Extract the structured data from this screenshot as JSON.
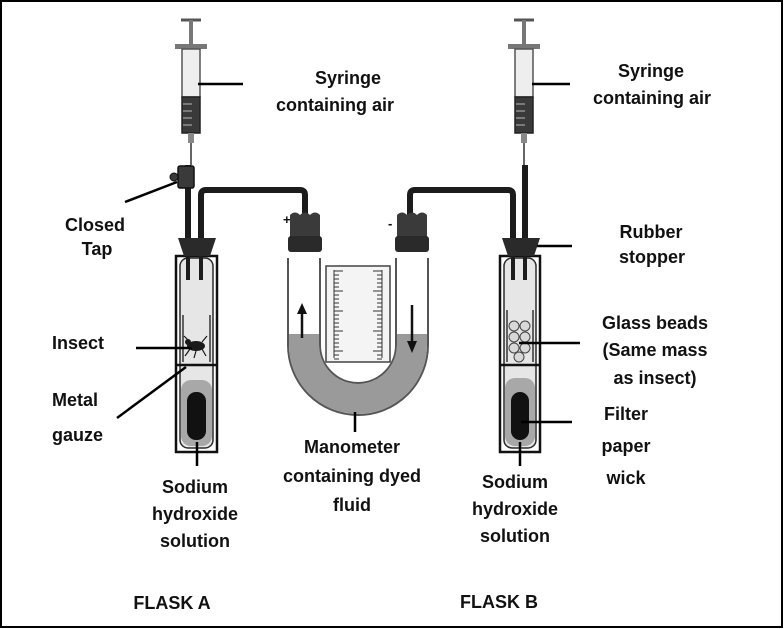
{
  "labels": {
    "syringe_left_line1": "Syringe",
    "syringe_left_line2": "containing air",
    "syringe_right_line1": "Syringe",
    "syringe_right_line2": "containing air",
    "closed_tap_line1": "Closed",
    "closed_tap_line2": "Tap",
    "rubber_stopper_line1": "Rubber",
    "rubber_stopper_line2": "stopper",
    "insect": "Insect",
    "metal_gauze_line1": "Metal",
    "metal_gauze_line2": "gauze",
    "glass_beads_line1": "Glass beads",
    "glass_beads_line2": "(Same mass",
    "glass_beads_line3": "as insect)",
    "filter_line1": "Filter",
    "filter_line2": "paper",
    "filter_line3": "wick",
    "manometer_line1": "Manometer",
    "manometer_line2": "containing dyed",
    "manometer_line3": "fluid",
    "naoh_left_line1": "Sodium",
    "naoh_left_line2": "hydroxide",
    "naoh_left_line3": "solution",
    "naoh_right_line1": "Sodium",
    "naoh_right_line2": "hydroxide",
    "naoh_right_line3": "solution",
    "flask_a": "FLASK A",
    "flask_b": "FLASK B",
    "plus_sign": "+",
    "minus_sign": "-"
  },
  "colors": {
    "fluid": "#9a9a9a",
    "glass": "#e6e6e6",
    "tubing": "#1c1c1c",
    "stopper": "#3a3a3a"
  }
}
